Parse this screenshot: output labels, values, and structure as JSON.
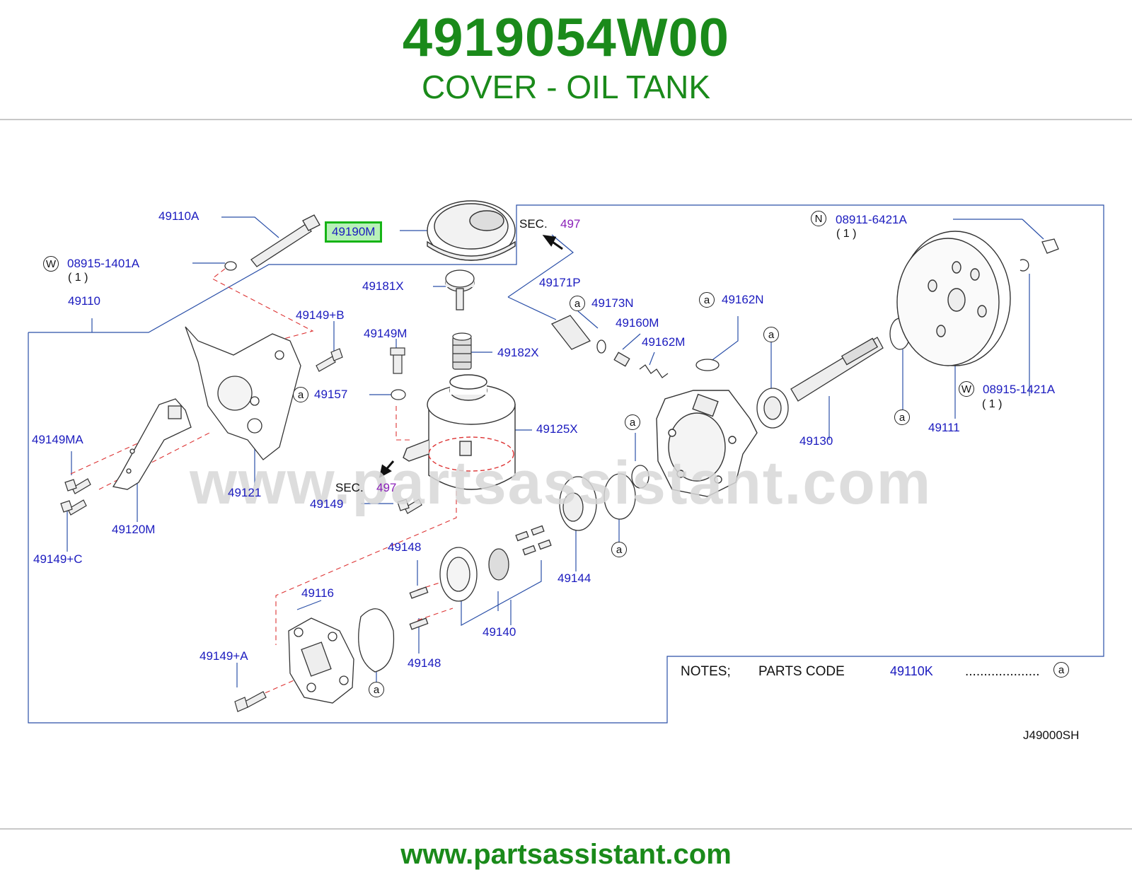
{
  "header": {
    "part_number": "4919054W00",
    "part_name": "COVER - OIL TANK"
  },
  "diagram": {
    "watermark": "www.partsassistant.com",
    "highlighted_part": "49190M",
    "labels": {
      "p49110A": "49110A",
      "p08915_1401A": "08915-1401A",
      "p49110": "49110",
      "p49149B": "49149+B",
      "p49181X": "49181X",
      "p49149M": "49149M",
      "p49182X": "49182X",
      "p49157": "49157",
      "p49125X": "49125X",
      "p49149MA": "49149MA",
      "p49121": "49121",
      "p49149": "49149",
      "p49120M": "49120M",
      "p49149C": "49149+C",
      "p49148a": "49148",
      "p49116": "49116",
      "p49148b": "49148",
      "p49140": "49140",
      "p49144": "49144",
      "p49149A": "49149+A",
      "p49171P": "49171P",
      "p49173N": "49173N",
      "p49160M": "49160M",
      "p49162M": "49162M",
      "p49162N": "49162N",
      "p08911_6421A": "08911-6421A",
      "p49130": "49130",
      "p49111": "49111",
      "p08915_1421A": "08915-1421A"
    },
    "qty": {
      "q1": "( 1 )",
      "q2": "( 1 )",
      "q3": "( 1 )"
    },
    "sec": {
      "label": "SEC.",
      "number": "497"
    },
    "circle_letters": {
      "a": "a",
      "w": "W",
      "n": "N"
    },
    "notes": {
      "notes_label": "NOTES;",
      "parts_code_label": "PARTS  CODE",
      "parts_code": "49110K",
      "dots": "...................."
    },
    "drawing_code": "J49000SH"
  },
  "footer": {
    "url": "www.partsassistant.com"
  }
}
